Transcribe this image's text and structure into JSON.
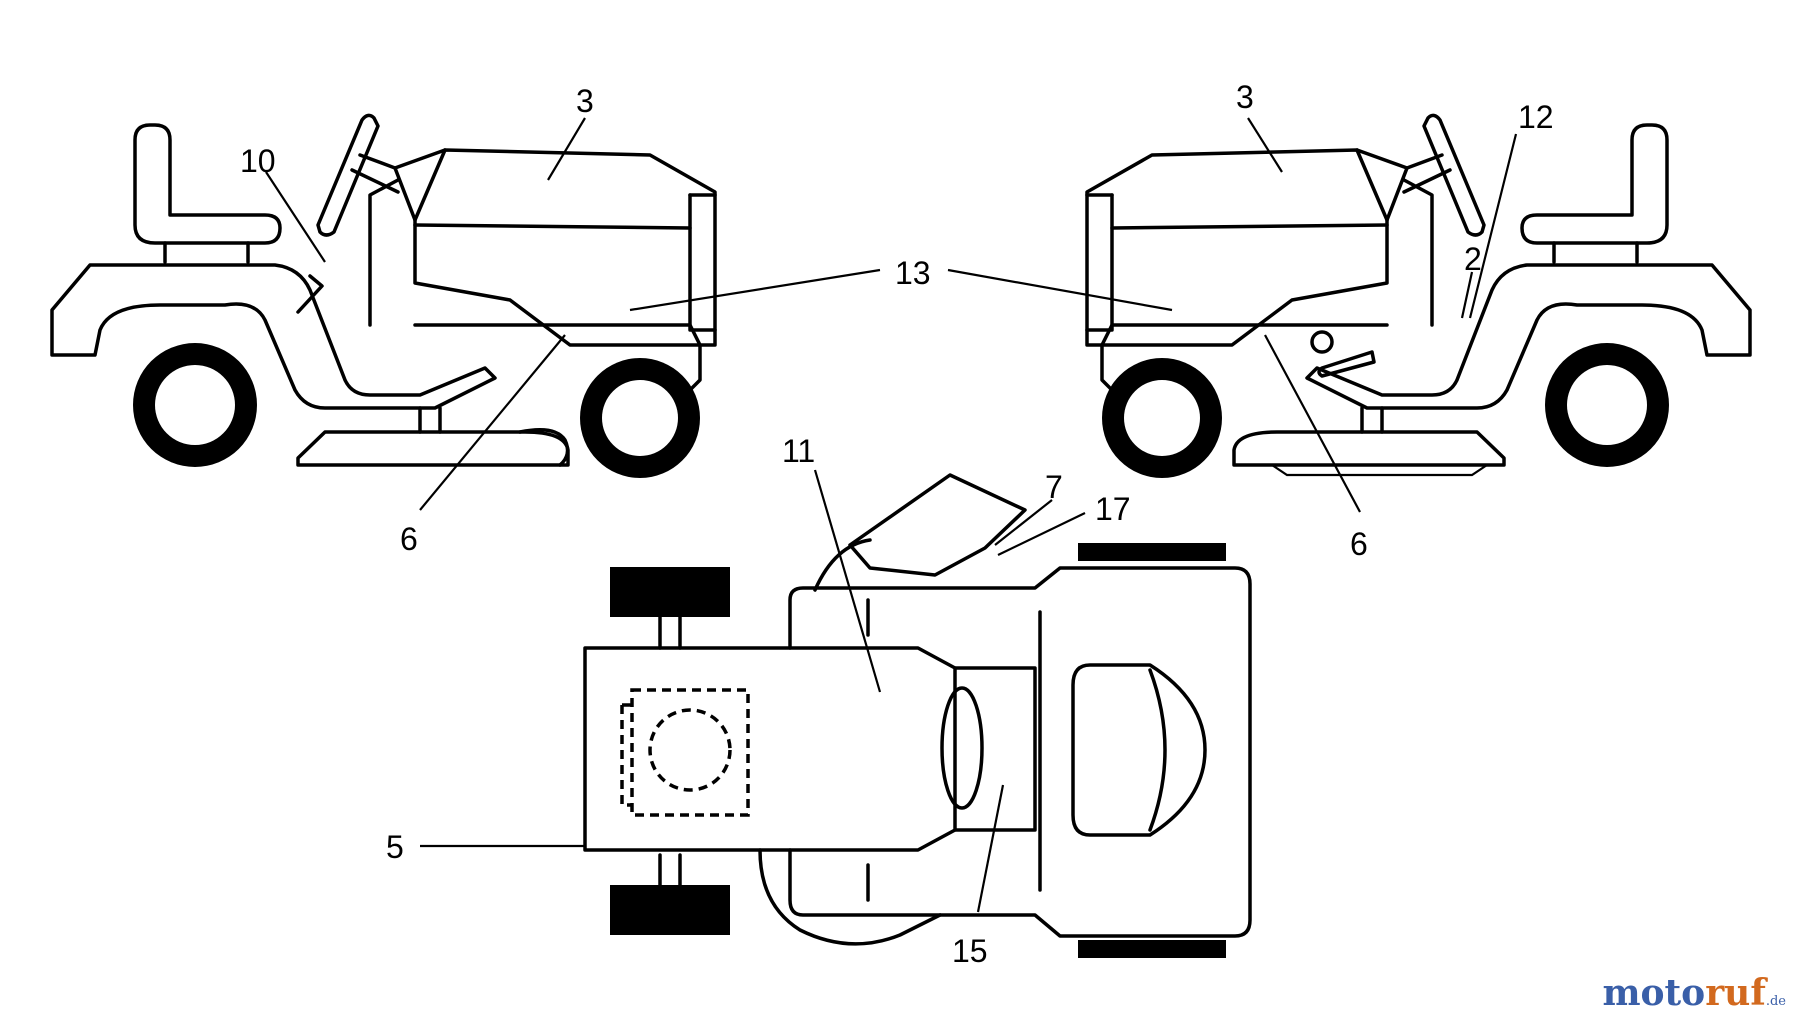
{
  "callouts": {
    "left_3": "3",
    "left_10": "10",
    "left_6": "6",
    "center_13": "13",
    "right_3": "3",
    "right_12": "12",
    "right_2": "2",
    "right_6": "6",
    "top_11": "11",
    "top_7": "7",
    "top_17": "17",
    "top_5": "5",
    "top_15": "15"
  },
  "watermark": {
    "part1": "moto",
    "part2": "ruf",
    "tld": ".de"
  }
}
